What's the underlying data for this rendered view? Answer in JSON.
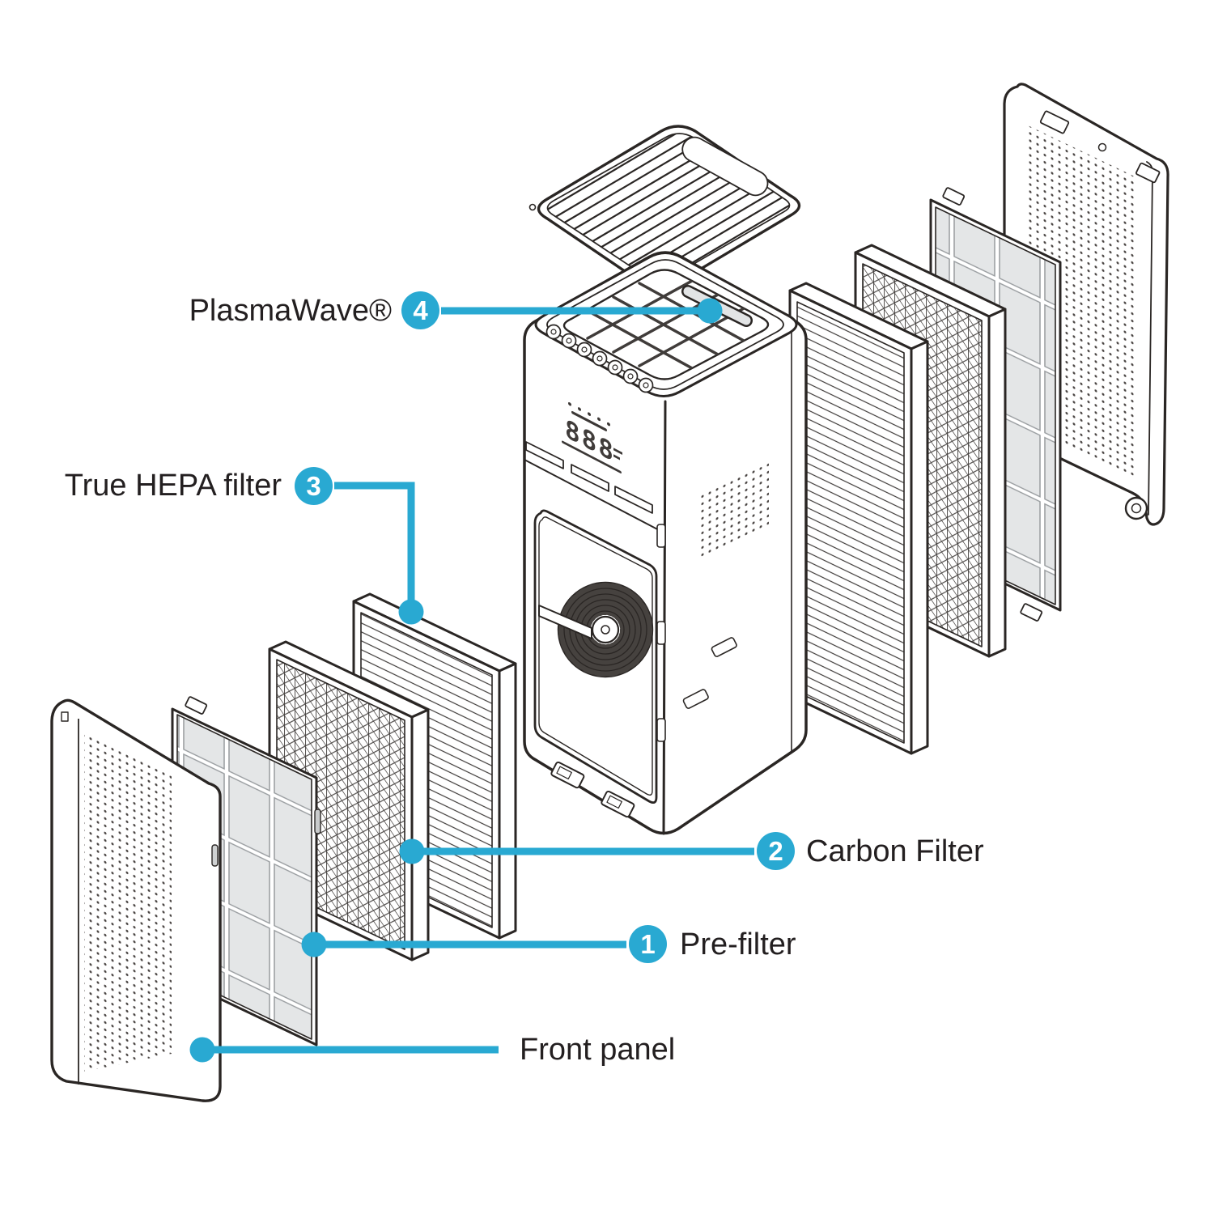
{
  "diagram": {
    "accent_color": "#29a9d2",
    "line_color": "#231f20",
    "labels": {
      "plasmawave": {
        "text": "PlasmaWave®",
        "number": "4"
      },
      "true_hepa": {
        "text": "True HEPA filter",
        "number": "3"
      },
      "carbon": {
        "text": "Carbon Filter",
        "number": "2"
      },
      "pre_filter": {
        "text": "Pre-filter",
        "number": "1"
      },
      "front_panel": {
        "text": "Front panel"
      }
    },
    "unit_display": {
      "value": "888"
    }
  }
}
